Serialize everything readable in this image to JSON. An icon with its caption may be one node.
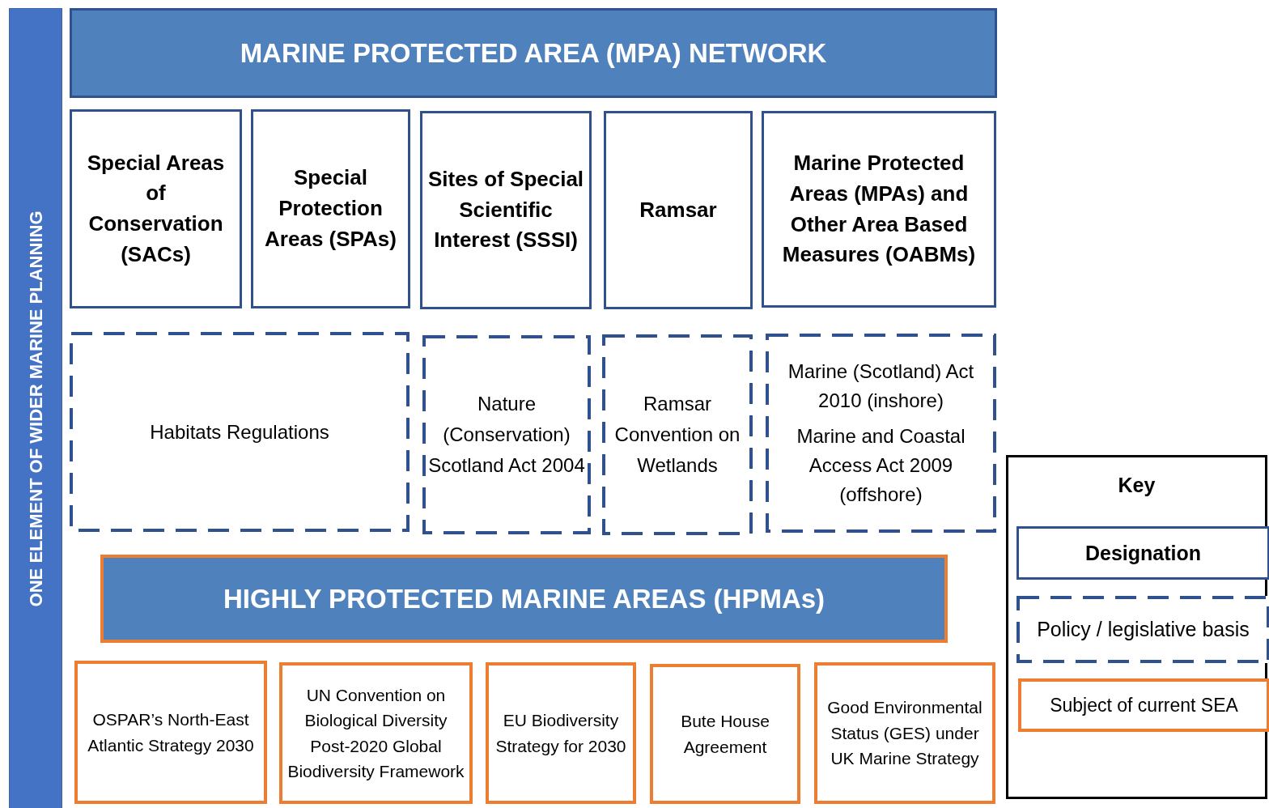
{
  "diagram": {
    "nodes": [
      {
        "text": [
          "ONE ELEMENT OF WIDER MARINE PLANNING"
        ]
      },
      {
        "text": [
          "MARINE PROTECTED AREA (MPA) NETWORK"
        ]
      },
      {
        "text": [
          "Special Areas of Conservation (SACs)"
        ]
      },
      {
        "text": [
          "Special Protection Areas (SPAs)"
        ]
      },
      {
        "text": [
          "Sites of Special Scientific Interest (SSSI)"
        ]
      },
      {
        "text": [
          "Ramsar"
        ]
      },
      {
        "text": [
          "Marine Protected Areas (MPAs) and Other Area Based Measures (OABMs)"
        ]
      },
      {
        "text": [
          "Habitats Regulations"
        ]
      },
      {
        "text": [
          "Nature (Conservation) Scotland Act 2004"
        ]
      },
      {
        "text": [
          "Ramsar Convention on Wetlands"
        ]
      },
      {
        "text": [
          "Marine (Scotland) Act 2010 (inshore)",
          "Marine and Coastal Access Act 2009 (offshore)"
        ]
      },
      {
        "text": [
          "HIGHLY PROTECTED MARINE AREAS (HPMAs)"
        ]
      },
      {
        "text": [
          "OSPAR’s North-East Atlantic Strategy 2030"
        ]
      },
      {
        "text": [
          "UN Convention on Biological Diversity Post-2020 Global Biodiversity Framework"
        ]
      },
      {
        "text": [
          "EU Biodiversity Strategy for 2030"
        ]
      },
      {
        "text": [
          "Bute House Agreement"
        ]
      },
      {
        "text": [
          "Good Environmental Status (GES) under UK Marine Strategy"
        ]
      },
      {
        "text": [
          "Key"
        ]
      },
      {
        "text": [
          "Designation"
        ],
        "in": 17
      },
      {
        "text": [
          "Policy / legislative basis"
        ],
        "in": 17
      },
      {
        "text": [
          "Subject of current SEA"
        ],
        "in": 17
      }
    ]
  }
}
